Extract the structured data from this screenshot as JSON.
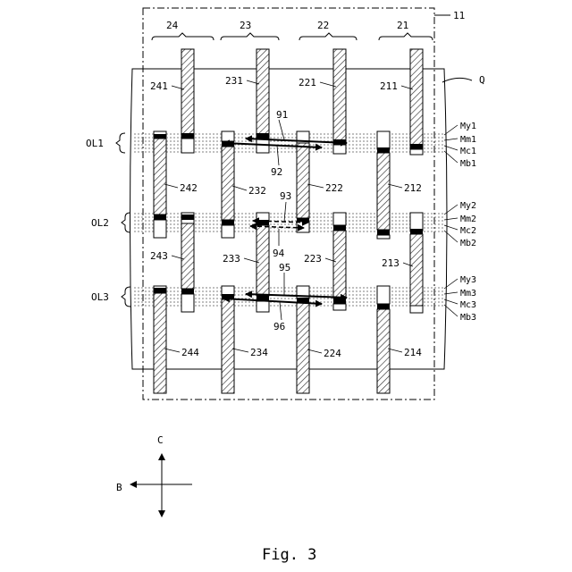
{
  "frame_label": "11",
  "sheet_label": "Q",
  "caption": "Fig. 3",
  "groups": [
    "24",
    "23",
    "22",
    "21"
  ],
  "overlaps": [
    "OL1",
    "OL2",
    "OL3"
  ],
  "marks": [
    "My1",
    "Mm1",
    "Mc1",
    "Mb1",
    "My2",
    "Mm2",
    "Mc2",
    "Mb2",
    "My3",
    "Mm3",
    "Mc3",
    "Mb3"
  ],
  "parts": {
    "p241": "241",
    "p231": "231",
    "p221": "221",
    "p211": "211",
    "p242": "242",
    "p232": "232",
    "p222": "222",
    "p212": "212",
    "p243": "243",
    "p233": "233",
    "p223": "223",
    "p213": "213",
    "p244": "244",
    "p234": "234",
    "p224": "224",
    "p214": "214"
  },
  "arrows": [
    "91",
    "92",
    "93",
    "94",
    "95",
    "96"
  ],
  "directions": {
    "up": "C",
    "left": "B"
  }
}
